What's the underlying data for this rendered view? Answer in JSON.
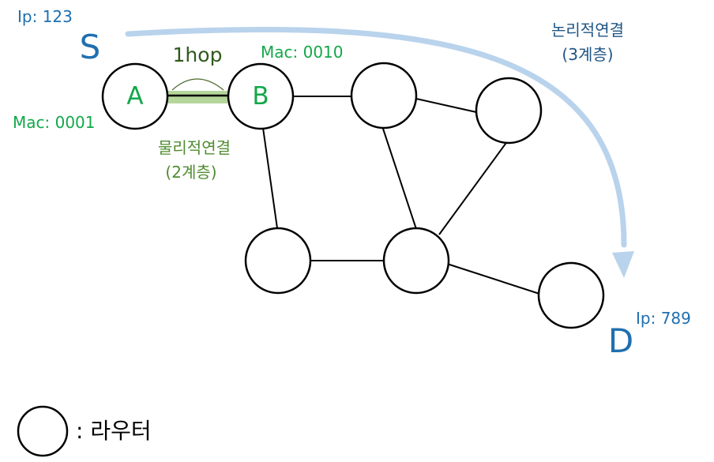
{
  "labels": {
    "source_ip": "Ip: 123",
    "source": "S",
    "dest_ip": "Ip: 789",
    "dest": "D",
    "node_a": "A",
    "node_b": "B",
    "mac_a": "Mac: 0001",
    "mac_b": "Mac: 0010",
    "hop": "1hop",
    "physical_line1": "물리적연결",
    "physical_line2": "(2계층)",
    "logical_line1": "논리적연결",
    "logical_line2": "(3계층)",
    "legend_text": ": 라우터"
  },
  "colors": {
    "blue_text": "#1f6fb0",
    "green_text": "#13a84a",
    "dark_green_text": "#2f5a1c",
    "olive_text": "#4f8c2f",
    "arrow": "#b9d3ec",
    "link_highlight": "#b5d69a",
    "stroke": "#000000"
  }
}
